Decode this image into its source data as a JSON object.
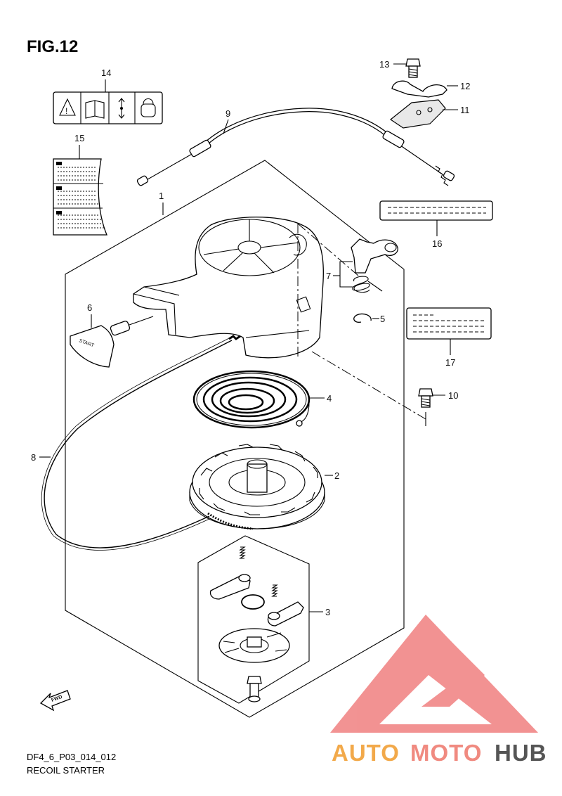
{
  "figure": {
    "title": "FIG.12"
  },
  "footer": {
    "code": "DF4_6_P03_014_012",
    "caption": "RECOIL STARTER"
  },
  "fwd_label": "FWD",
  "label_14_decal_text": "START",
  "callouts": [
    "1",
    "2",
    "3",
    "4",
    "5",
    "6",
    "7",
    "8",
    "9",
    "10",
    "11",
    "12",
    "13",
    "14",
    "15",
    "16",
    "17"
  ],
  "watermark": {
    "part1": "AUTO",
    "part2": "MOTO",
    "part3": "HUB",
    "color1": "#f2a94a",
    "color2": "#f08a80",
    "color3": "#555555",
    "logo_color": "#f08080"
  }
}
